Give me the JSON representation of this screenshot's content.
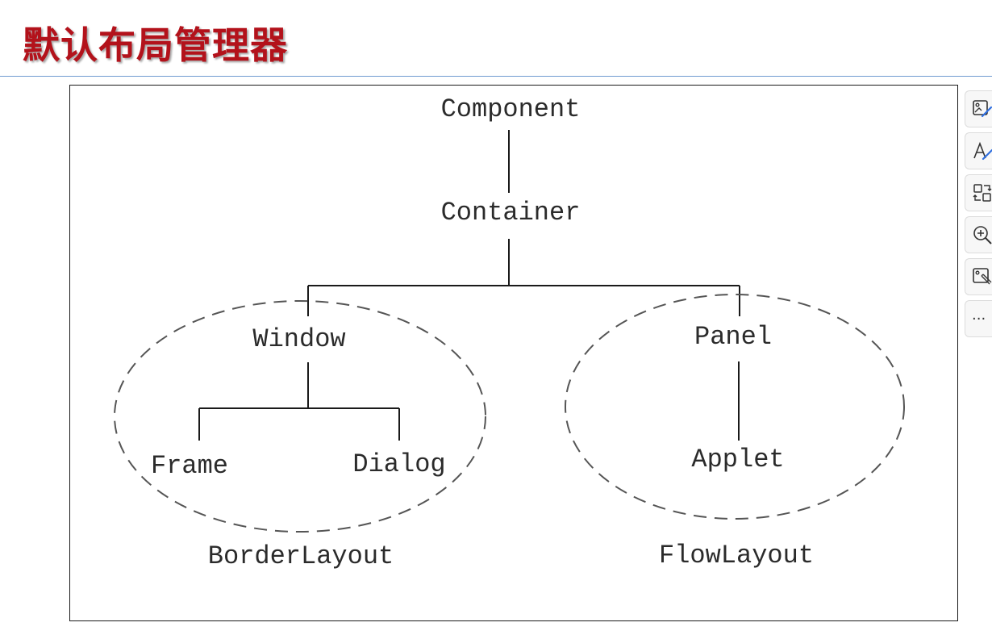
{
  "slide": {
    "title": "默认布局管理器"
  },
  "diagram": {
    "nodes": {
      "component": "Component",
      "container": "Container",
      "window": "Window",
      "panel": "Panel",
      "frame": "Frame",
      "dialog": "Dialog",
      "applet": "Applet"
    },
    "groups": {
      "border_layout": "BorderLayout",
      "flow_layout": "FlowLayout"
    }
  },
  "toolbar": {
    "items": [
      {
        "name": "image-edit-icon"
      },
      {
        "name": "text-edit-icon"
      },
      {
        "name": "swap-icon"
      },
      {
        "name": "zoom-in-icon"
      },
      {
        "name": "image-tag-icon"
      },
      {
        "name": "more-icon",
        "label": "···"
      }
    ]
  },
  "colors": {
    "title": "#b3121b",
    "rule": "#6f9bd0",
    "line": "#1a1a1a"
  }
}
